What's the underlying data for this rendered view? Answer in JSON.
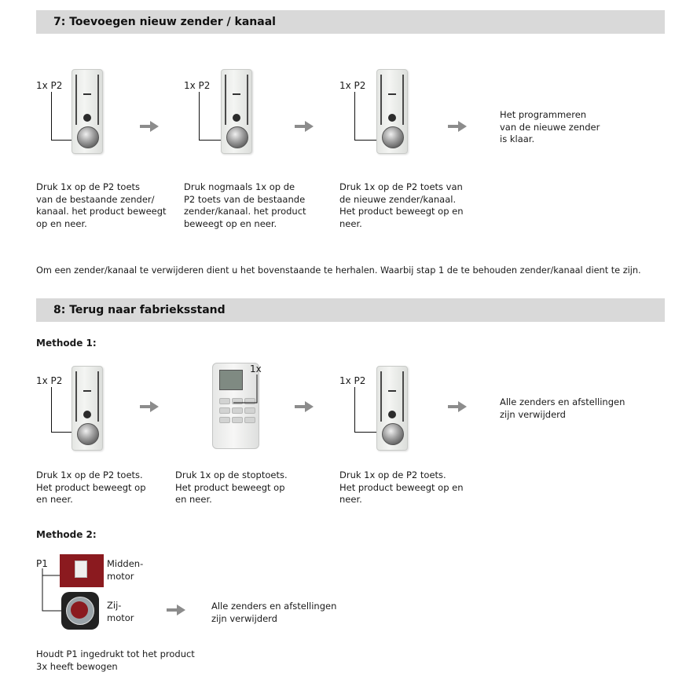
{
  "section7": {
    "title": "7: Toevoegen nieuw zender / kanaal",
    "steps": [
      {
        "label": "1x P2",
        "text": "Druk 1x op de P2 toets\nvan de bestaande zender/\nkanaal. het product beweegt\nop en neer."
      },
      {
        "label": "1x P2",
        "text": "Druk nogmaals 1x op de\nP2 toets van de bestaande\nzender/kanaal. het product\nbeweegt op en neer."
      },
      {
        "label": "1x P2",
        "text": "Druk 1x op de P2 toets van\nde nieuwe zender/kanaal.\nHet product beweegt op en\nneer."
      }
    ],
    "result": "Het programmeren\nvan de nieuwe zender\nis klaar.",
    "note": "Om een zender/kanaal te verwijderen dient u het bovenstaande te herhalen. Waarbij stap 1 de  te behouden zender/kanaal dient te zijn."
  },
  "section8": {
    "title": "8: Terug naar fabrieksstand",
    "method1": {
      "heading": "Methode 1:",
      "steps": [
        {
          "label": "1x P2",
          "text": "Druk 1x op de P2 toets.\nHet product beweegt op\nen neer."
        },
        {
          "label": "1x",
          "text": "Druk 1x op de stoptoets.\nHet product beweegt op\nen neer."
        },
        {
          "label": "1x P2",
          "text": "Druk 1x op de P2 toets.\nHet product beweegt op en\nneer."
        }
      ],
      "result": "Alle zenders en afstellingen\nzijn verwijderd"
    },
    "method2": {
      "heading": "Methode 2:",
      "p1_label": "P1",
      "midden_label": "Midden-\nmotor",
      "zij_label": "Zij-\nmotor",
      "result": "Alle zenders en afstellingen\nzijn verwijderd",
      "instruction": "Houdt P1 ingedrukt tot het product\n3x heeft bewogen"
    }
  },
  "icons": [
    "arrow-right-icon",
    "wall-remote-icon",
    "handheld-remote-icon",
    "midden-motor-icon",
    "zij-motor-icon"
  ],
  "colors": {
    "header_bar": "#d9d9d9",
    "arrow": "#8c8c8c",
    "motor_red": "#8b1a1f"
  }
}
